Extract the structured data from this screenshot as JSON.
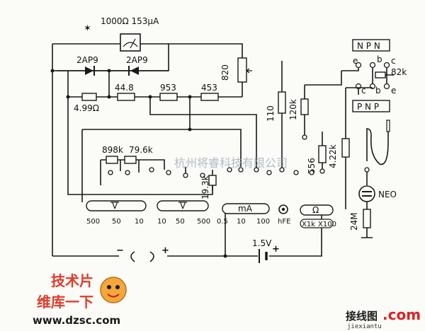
{
  "meter": {
    "rating": "1000Ω 153μA"
  },
  "diodes": {
    "d1": "2AP9",
    "d2": "2AP9"
  },
  "resistors": {
    "r4_99": "4.99Ω",
    "r44_8": "44.8",
    "r953": "953",
    "r453": "453",
    "r820": "820",
    "r110": "110",
    "r120k": "120k",
    "r82k": "82k",
    "r898k": "898k",
    "r79_6k": "79.6k",
    "r19_3k": "19.3k",
    "r556": "556",
    "r4_22k": "4.22k",
    "r24m": "24M"
  },
  "transistor": {
    "npn": "N P N",
    "pnp": "P N P",
    "e": "e",
    "b": "b",
    "c": "c"
  },
  "switches": {
    "acv": "V",
    "dcv": "V",
    "ma": "mA",
    "ohm": "Ω",
    "acv_ranges": [
      "500",
      "50",
      "10"
    ],
    "dcv_ranges": [
      "10",
      "50",
      "500"
    ],
    "ma_ranges": [
      "0.5",
      "10",
      "100"
    ],
    "hfe": "hFE",
    "ohm_ranges": [
      "X1k",
      "X100"
    ]
  },
  "battery": "1.5V",
  "neon": "NEO",
  "polarity": {
    "minus": "−",
    "plus": "+"
  },
  "watermark": "杭州将睿科技有限公司",
  "logos": {
    "left_top": "技术片",
    "left_mid": "维库一下",
    "left_url": "www.dzsc.com",
    "right_cn": "接线图",
    "right_com": ".com",
    "right_url": "jiexiantu"
  }
}
